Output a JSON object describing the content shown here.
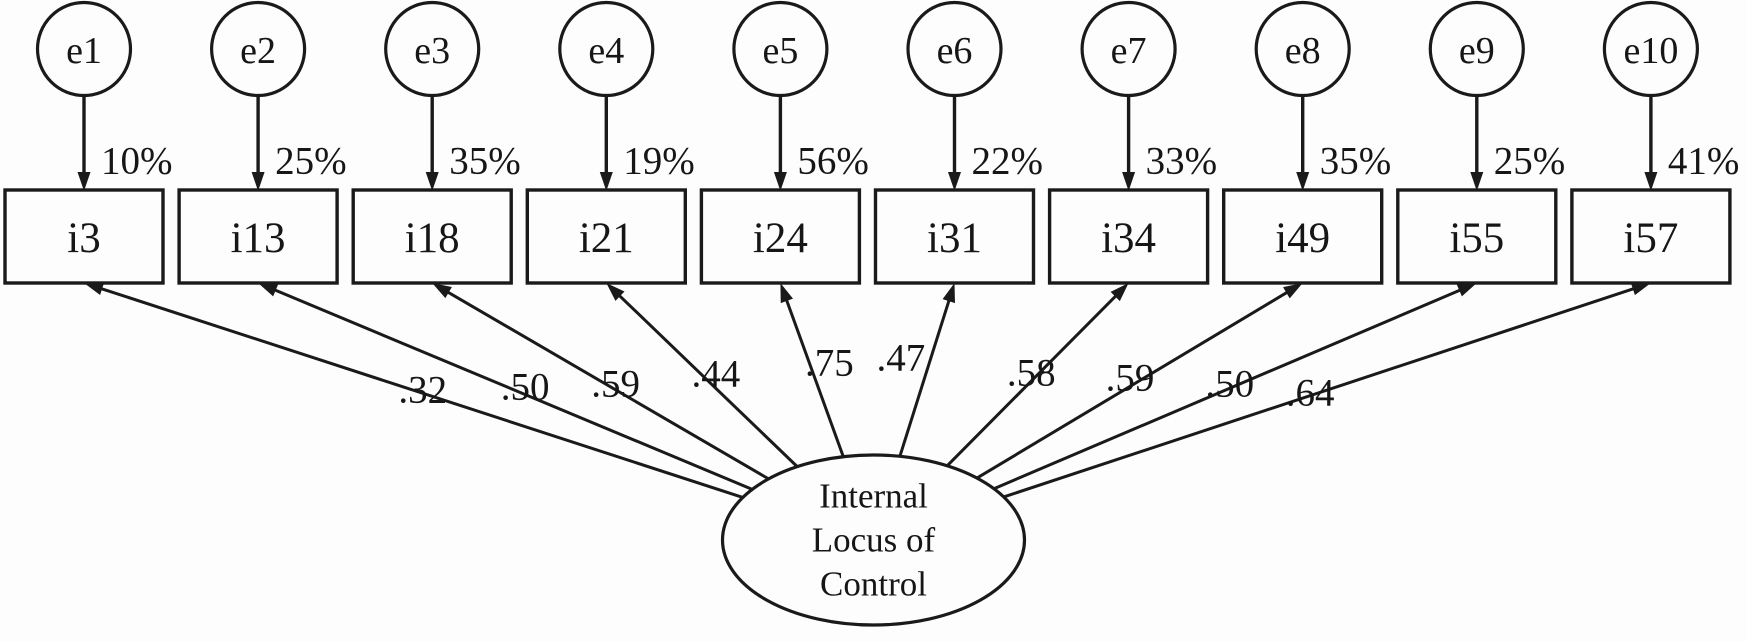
{
  "diagram": {
    "type": "sem-path-diagram",
    "latent": {
      "label_lines": [
        "Internal",
        "Locus of",
        "Control"
      ],
      "label_text": "Internal Locus of Control"
    },
    "indicators": [
      {
        "error": "e1",
        "indicator": "i3",
        "variance_explained": "10%",
        "loading": ".32"
      },
      {
        "error": "e2",
        "indicator": "i13",
        "variance_explained": "25%",
        "loading": ".50"
      },
      {
        "error": "e3",
        "indicator": "i18",
        "variance_explained": "35%",
        "loading": ".59"
      },
      {
        "error": "e4",
        "indicator": "i21",
        "variance_explained": "19%",
        "loading": ".44"
      },
      {
        "error": "e5",
        "indicator": "i24",
        "variance_explained": "56%",
        "loading": ".75"
      },
      {
        "error": "e6",
        "indicator": "i31",
        "variance_explained": "22%",
        "loading": ".47"
      },
      {
        "error": "e7",
        "indicator": "i34",
        "variance_explained": "33%",
        "loading": ".58"
      },
      {
        "error": "e8",
        "indicator": "i49",
        "variance_explained": "35%",
        "loading": ".59"
      },
      {
        "error": "e9",
        "indicator": "i55",
        "variance_explained": "25%",
        "loading": ".50"
      },
      {
        "error": "e10",
        "indicator": "i57",
        "variance_explained": "41%",
        "loading": ".64"
      }
    ],
    "colors": {
      "stroke": "#1a1a1a",
      "text": "#161616",
      "background": "#fdfdfd",
      "shape_fill": "#fdfdfd"
    }
  }
}
